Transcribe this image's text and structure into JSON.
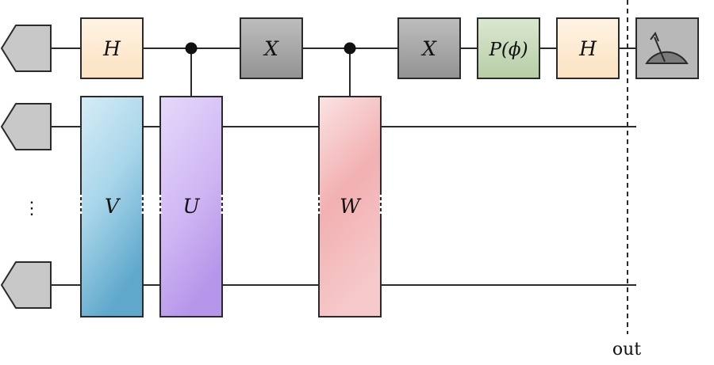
{
  "circuit": {
    "gates": {
      "h_first": "H",
      "x_first": "X",
      "x_second": "X",
      "phase": "P(ϕ)",
      "h_last": "H",
      "v": "V",
      "u": "U",
      "w": "W"
    },
    "ellipsis": "⋮",
    "out_label": "out"
  },
  "colors": {
    "h_gate": "#fdebd3",
    "x_gate": "#a9a9a9",
    "phase_gate": "#c9dcbc",
    "measure_gate": "#b5b5b5",
    "input_state": "#c4c4c4",
    "v_gate": "#8fc7df",
    "u_gate": "#cdb3f2",
    "w_gate": "#f4b3b5"
  }
}
